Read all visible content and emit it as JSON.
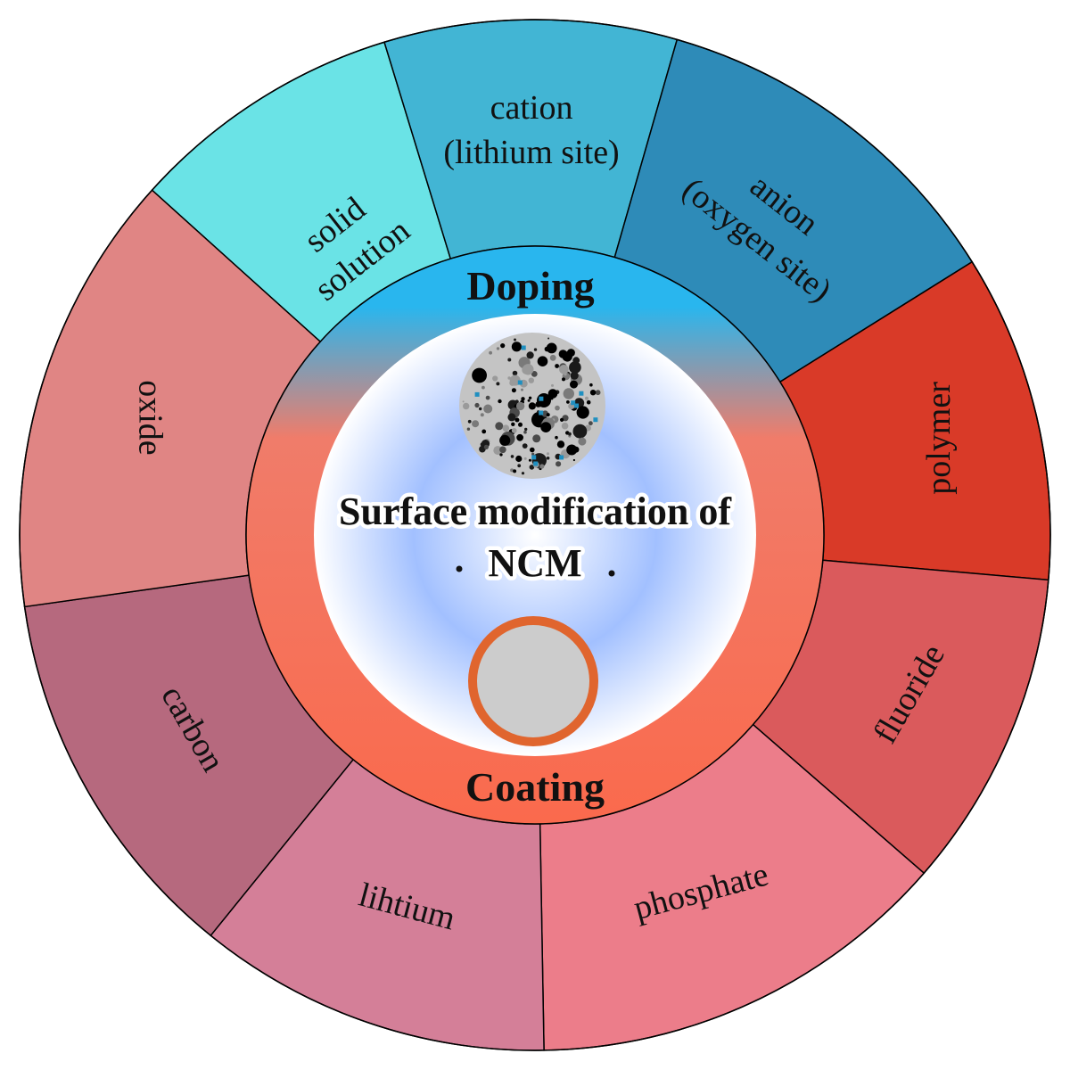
{
  "center": {
    "title_line1": "Surface modification of",
    "title_line2": "NCM"
  },
  "inner_ring": {
    "doping_label": "Doping",
    "coating_label": "Coating"
  },
  "segments": [
    {
      "lines": [
        "solid",
        "solution"
      ],
      "color": "#6ae3e6"
    },
    {
      "lines": [
        "cation",
        "(lithium site)"
      ],
      "color": "#42b5d4"
    },
    {
      "lines": [
        "anion",
        "(oxygen site)"
      ],
      "color": "#2e8bb8"
    },
    {
      "lines": [
        "polymer"
      ],
      "color": "#d93a28"
    },
    {
      "lines": [
        "fluoride"
      ],
      "color": "#da5a5c"
    },
    {
      "lines": [
        "phosphate"
      ],
      "color": "#ec7d8a"
    },
    {
      "lines": [
        "lihtium"
      ],
      "color": "#d47f98"
    },
    {
      "lines": [
        "carbon"
      ],
      "color": "#b6697e"
    },
    {
      "lines": [
        "oxide"
      ],
      "color": "#e08584"
    }
  ],
  "colors": {
    "doping_ring": "#29b6ee",
    "coating_ring": "#fa6a4d",
    "core_center": "#ffffff",
    "core_edge": "#a2c0ff",
    "coated_particle_shell": "#e0652e",
    "coated_particle_core": "#cccccc",
    "doped_particle": "#c4c4c4",
    "dopant_dot": "#1f8fc0"
  },
  "icons": {
    "doped_particle": "doped-particle-icon",
    "coated_particle": "coated-particle-icon"
  }
}
